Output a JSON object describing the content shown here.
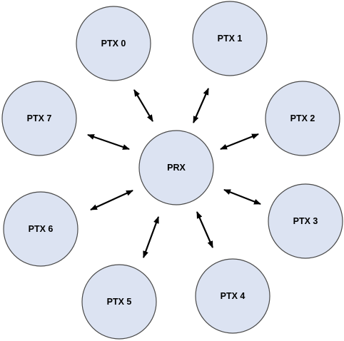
{
  "diagram": {
    "hub": {
      "label": "PRX"
    },
    "nodes": [
      {
        "label": "PTX 0"
      },
      {
        "label": "PTX 1"
      },
      {
        "label": "PTX 2"
      },
      {
        "label": "PTX 3"
      },
      {
        "label": "PTX 4"
      },
      {
        "label": "PTX 5"
      },
      {
        "label": "PTX 6"
      },
      {
        "label": "PTX 7"
      }
    ],
    "colors": {
      "node_fill": "#dce3f2",
      "node_stroke": "#4a4a4a",
      "arrow": "#000000",
      "background": "#ffffff"
    },
    "arrow_style": "bidirectional"
  }
}
